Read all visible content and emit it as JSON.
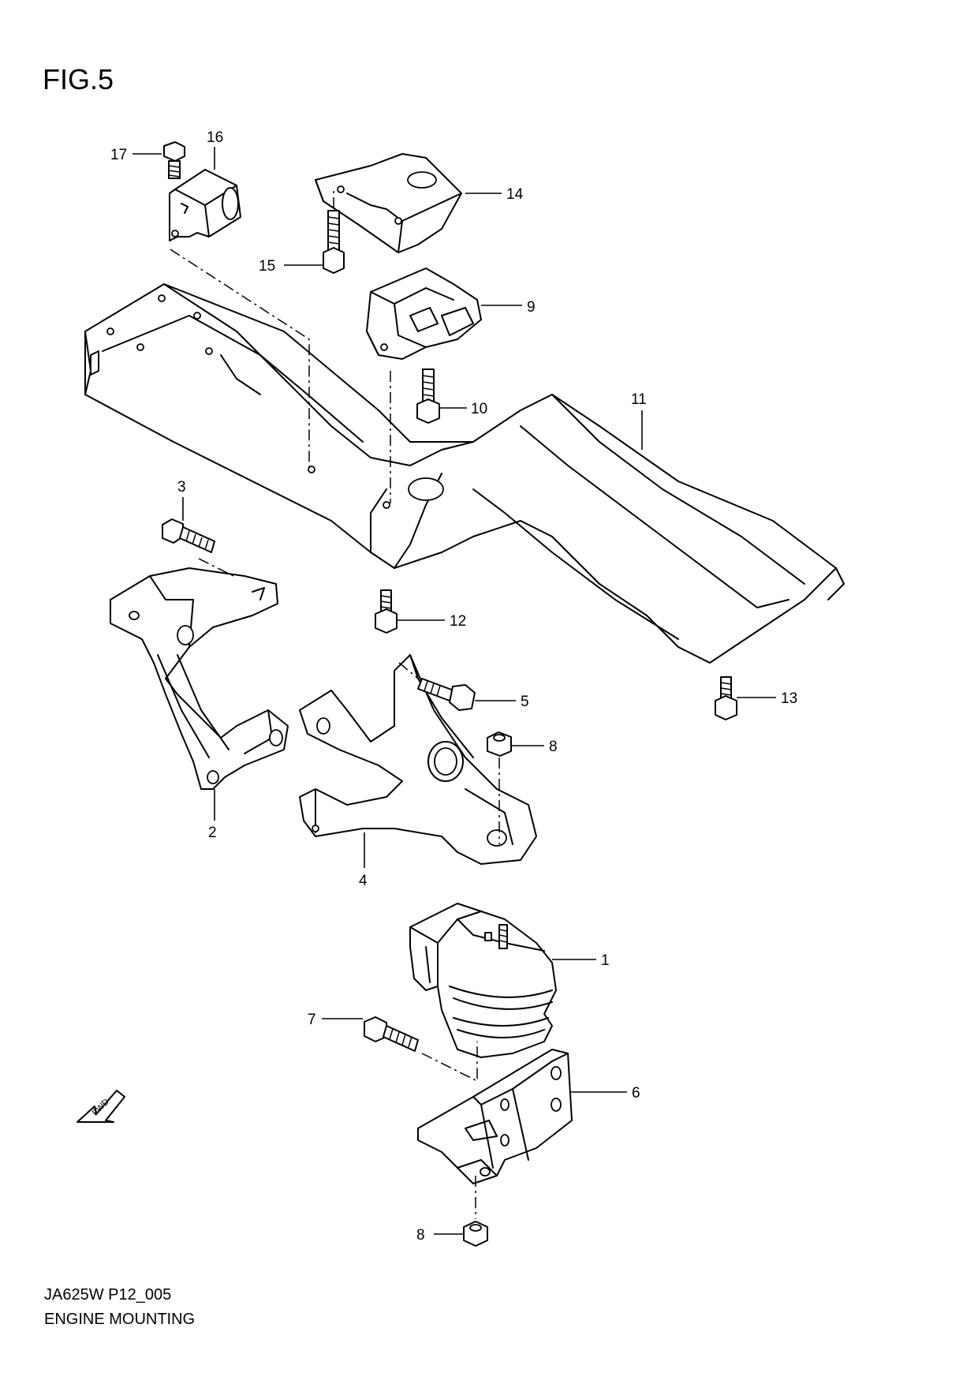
{
  "figure": {
    "title": "FIG.5",
    "code": "JA625W P12_005",
    "caption": "ENGINE MOUNTING",
    "fwd_label": "FWD"
  },
  "callouts": [
    {
      "id": "17",
      "label": "17",
      "part": "bolt"
    },
    {
      "id": "16",
      "label": "16",
      "part": "small-bracket"
    },
    {
      "id": "14",
      "label": "14",
      "part": "cover-plate"
    },
    {
      "id": "15",
      "label": "15",
      "part": "bolt"
    },
    {
      "id": "9",
      "label": "9",
      "part": "rear-mount"
    },
    {
      "id": "10",
      "label": "10",
      "part": "bolt"
    },
    {
      "id": "11",
      "label": "11",
      "part": "crossmember"
    },
    {
      "id": "3",
      "label": "3",
      "part": "bolt"
    },
    {
      "id": "12",
      "label": "12",
      "part": "bolt"
    },
    {
      "id": "5",
      "label": "5",
      "part": "bolt"
    },
    {
      "id": "13",
      "label": "13",
      "part": "bolt"
    },
    {
      "id": "8a",
      "label": "8",
      "part": "nut"
    },
    {
      "id": "2",
      "label": "2",
      "part": "engine-bracket"
    },
    {
      "id": "4",
      "label": "4",
      "part": "engine-bracket"
    },
    {
      "id": "1",
      "label": "1",
      "part": "engine-mount-rubber"
    },
    {
      "id": "7",
      "label": "7",
      "part": "bolt"
    },
    {
      "id": "6",
      "label": "6",
      "part": "mount-bracket"
    },
    {
      "id": "8b",
      "label": "8",
      "part": "nut"
    }
  ],
  "icons": {
    "fwd_arrow": "fwd-arrow-icon"
  },
  "colors": {
    "ink": "#000000",
    "paper": "#ffffff"
  }
}
